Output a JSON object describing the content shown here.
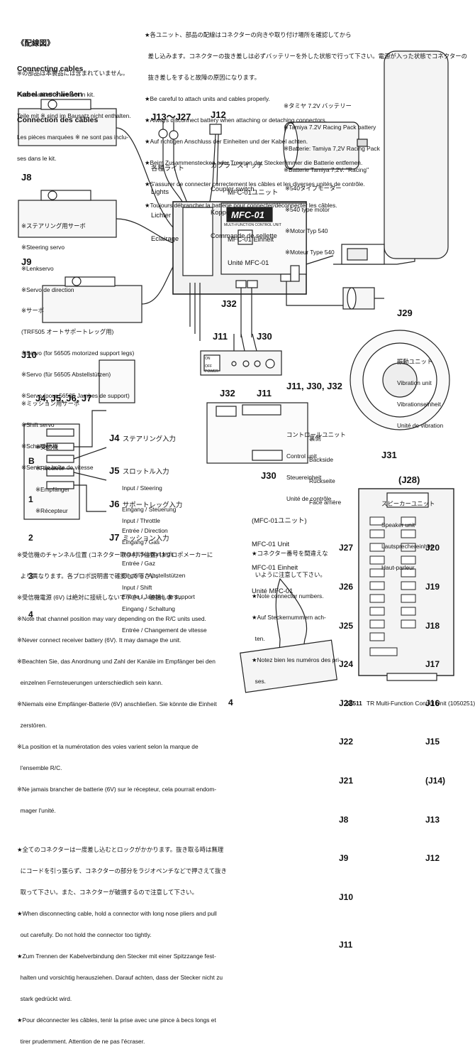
{
  "header": {
    "title_jp": "《配線図》",
    "title_en": "Connecting cables",
    "title_de": "Kabel anschließen",
    "title_fr": "Connection des câbles"
  },
  "note_kit": [
    "※の部品は本製品には含まれていません。",
    "Parts marked ※ are not in kit.",
    "Teile mit ※ sind im Bausatz nicht enthalten.",
    "Les pièces marquées ※ ne sont pas inclu-",
    "ses dans le kit."
  ],
  "warnings_top": [
    "★各ユニット、部品の配線はコネクターの向きや取り付け場所を確認してから",
    "  差し込みます。コネクターの抜き差しは必ずバッテリーを外した状態で行って下さい。電源が入った状態でコネクターの",
    "  抜き差しをすると故障の原因になります。",
    "★Be careful to attach units and cables properly.",
    "★Always disconnect battery when attaching or detaching connectors.",
    "★Auf richtigen Anschluss der Einheiten und der Kabel achten.",
    "★Beim Zusammenstecken oder Trennen der Stecker immer die Batterie entfernen.",
    "★S'assurer de connecter correctement les câbles et les diverses unités de contrôle.",
    "★Toujours débrancher la batterie pour connecter/déconnecter les câbles."
  ],
  "j8": {
    "code": "J8",
    "lines": [
      "※ステアリング用サーボ",
      "※Steering servo",
      "※Lenkservo",
      "※Servo de direction"
    ]
  },
  "j9": {
    "code": "J9",
    "lines": [
      "※サーボ",
      "(TRF505 オートサポートレッグ用)",
      "※Servo (for 56505 motorized support legs)",
      "※Servo (für 56505 Abstellstützen)",
      "※Servo (pour 56505 Jambes de support)"
    ]
  },
  "j10": {
    "code": "J10",
    "lines": [
      "※ミッション用サーボ",
      "※Shift servo",
      "※Schaltservo",
      "※Servo de boîte de vitesse"
    ]
  },
  "j13": {
    "code": "J13～J27",
    "lines": [
      "各種ライト",
      "Lights",
      "Lichter",
      "Eclairage"
    ]
  },
  "j12": {
    "code": "J12",
    "lines": [
      "カプラースイッチ",
      "Coupler switch",
      "Koppelschalter",
      "Commande de sellette"
    ]
  },
  "battery": {
    "lines": [
      "※タミヤ 7.2V バッテリー",
      "※Tamiya 7.2V Racing Pack battery",
      "※Batterie: Tamiya 7,2V Racing Pack",
      "※Batterie Tamiya 7,2V. \"Racing\""
    ]
  },
  "motor": {
    "lines": [
      "※540タイプモーター",
      "※540 type motor",
      "※Motor Typ 540",
      "※Moteur Type 540"
    ]
  },
  "mfc_unit": {
    "lines": [
      "MFC-01ユニット",
      "MFC-01 Unit",
      "MFC-01 Einheit",
      "Unité MFC-01"
    ],
    "logo": "MFC-01",
    "sub": "MULTI-FUNCTION CONTROL UNIT"
  },
  "j29": {
    "code": "J29",
    "lines": [
      "振動ユニット",
      "Vibration unit",
      "Vibrationseinheit",
      "Unité de vibration"
    ]
  },
  "control": {
    "j32": "J32",
    "j11": "J11",
    "j30": "J30",
    "code": "J11, J30, J32",
    "lines": [
      "コントロールユニット",
      "Control unit",
      "Steuereinheit",
      "Unité de contrôle"
    ],
    "on": "ON",
    "off": "OFF",
    "power": "POWER"
  },
  "receiver": {
    "code": "J4, J5, J6, J7",
    "lines": [
      "※受信機",
      "※Receiver",
      "※Empfänger",
      "※Récepteur"
    ]
  },
  "channels": [
    {
      "code": "J4",
      "jp": "ステアリング入力",
      "lines": [
        "Input / Steering",
        "Eingang / Steuerung",
        "Entrée / Direction"
      ]
    },
    {
      "code": "J5",
      "jp": "スロットル入力",
      "lines": [
        "Input / Throttle",
        "Eingang / Gas",
        "Entrée / Gaz"
      ]
    },
    {
      "code": "J6",
      "jp": "サポートレッグ入力",
      "lines": [
        "Input / Support legs",
        "Eingang / Abstellstützen",
        "Entrée / Jambes de support"
      ]
    },
    {
      "code": "J7",
      "jp": "ミッション入力",
      "lines": [
        "Input / Shift",
        "Eingang / Schaltung",
        "Entrée / Changement de vitesse"
      ]
    }
  ],
  "receiver_channels": [
    "B",
    "1",
    "2",
    "3",
    "4"
  ],
  "backside": {
    "j32": "J32",
    "j11": "J11",
    "j30": "J30",
    "lines": [
      "裏側",
      "Backside",
      "Rückseite",
      "Face arrière"
    ]
  },
  "j31": {
    "code": "J31",
    "lines": [
      "スピーカーユニット",
      "Speaker unit",
      "Lautsprechereinheit",
      "Haut-parleur"
    ]
  },
  "mfc_detail": {
    "j28": "(J28)",
    "title": [
      "(MFC-01ユニット)",
      "MFC-01 Unit",
      "MFC-01 Einheit",
      "Unité MFC-01"
    ],
    "note": [
      "★コネクター番号を間違えな",
      "  いように注意して下さい。",
      "★Note connector numbers.",
      "★Auf Steckernummern ach-",
      "  ten.",
      "★Notez bien les numéros des pri-",
      "  ses."
    ],
    "left": [
      "J27",
      "J26",
      "J25",
      "J24",
      "J23",
      "J22",
      "J21",
      "J8",
      "J9",
      "J10",
      "J11"
    ],
    "right": [
      "J20",
      "J19",
      "J18",
      "J17",
      "J16",
      "J15",
      "(J14)",
      "J13",
      "J12"
    ]
  },
  "bottom_notes": [
    "※受信機のチャンネル位置 (コネクター取り付け位置) はプロポメーカーに",
    "  より異なります。各プロポ説明書で確認して下さい。",
    "※受信機電源 (6V) は絶対に接続しないで下さい。破損します。",
    "※Note that channel position may vary depending on the R/C units used.",
    "※Never connect receiver battery (6V). It may damage the unit.",
    "※Beachten Sie, das Anordnung und Zahl der Kanäle im Empfänger bei den",
    "  einzelnen Fernsteuerungen unterschiedlich sein kann.",
    "※Niemals eine Empfänger-Batterie (6V) anschließen. Sie könnte die Einheit",
    "  zerstören.",
    "※La position et la numérotation des voies varient selon la marque de",
    "  l'ensemble R/C.",
    "※Ne jamais brancher de batterie (6V) sur le récepteur, cela pourrait endom-",
    "  mager l'unité.",
    "",
    "★全てのコネクターは一度差し込むとロックがかかります。抜き取る時は無理",
    "  にコードを引っ張らず、コネクターの部分をラジオペンチなどで押さえて抜き",
    "  取って下さい。また、コネクターが破損するので注意して下さい。",
    "★When disconnecting cable, hold a connector with long nose pliers and pull",
    "  out carefully. Do not hold the connector too tightly.",
    "★Zum Trennen der Kabelverbindung den Stecker mit einer Spitzzange fest-",
    "  halten und vorsichtig herausziehen. Darauf achten, dass der Stecker nicht zu",
    "  stark gedrückt wird.",
    "★Pour déconnecter les câbles, tenir la prise avec une pince à becs longs et",
    "  tirer prudemment. Attention de ne pas l'écraser."
  ],
  "footer": {
    "page": "4",
    "code": "56511",
    "title": "TR Multi-Function Control Unit (1050251)"
  }
}
